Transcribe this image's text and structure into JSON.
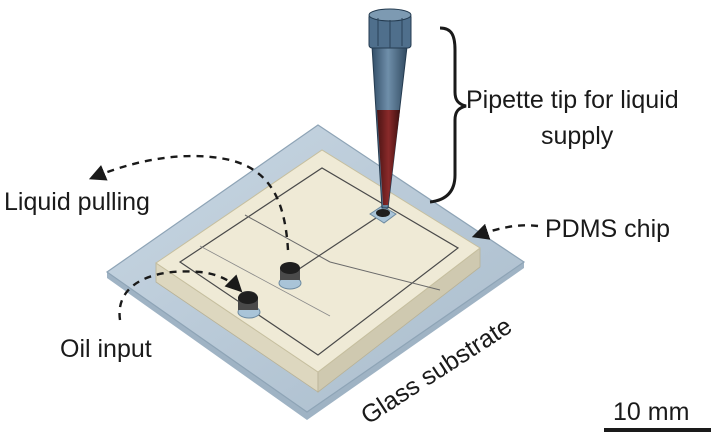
{
  "labels": {
    "pipette_line1": "Pipette tip for liquid",
    "pipette_line2": "supply",
    "liquid_pulling": "Liquid pulling",
    "pdms_chip": "PDMS chip",
    "oil_input": "Oil input",
    "glass_substrate": "Glass substrate",
    "scale_bar": "10 mm"
  },
  "colors": {
    "glass": "#b9cad8",
    "glass_edge": "#8ea4b6",
    "pdms_top": "#efead6",
    "pdms_side_left": "#ddd7bf",
    "pdms_side_right": "#d2ccb3",
    "channel": "#4a4a4a",
    "pipette_tip": "#3e5f7e",
    "liquid": "#6b1f1f",
    "arrow": "#1a1a1a"
  }
}
